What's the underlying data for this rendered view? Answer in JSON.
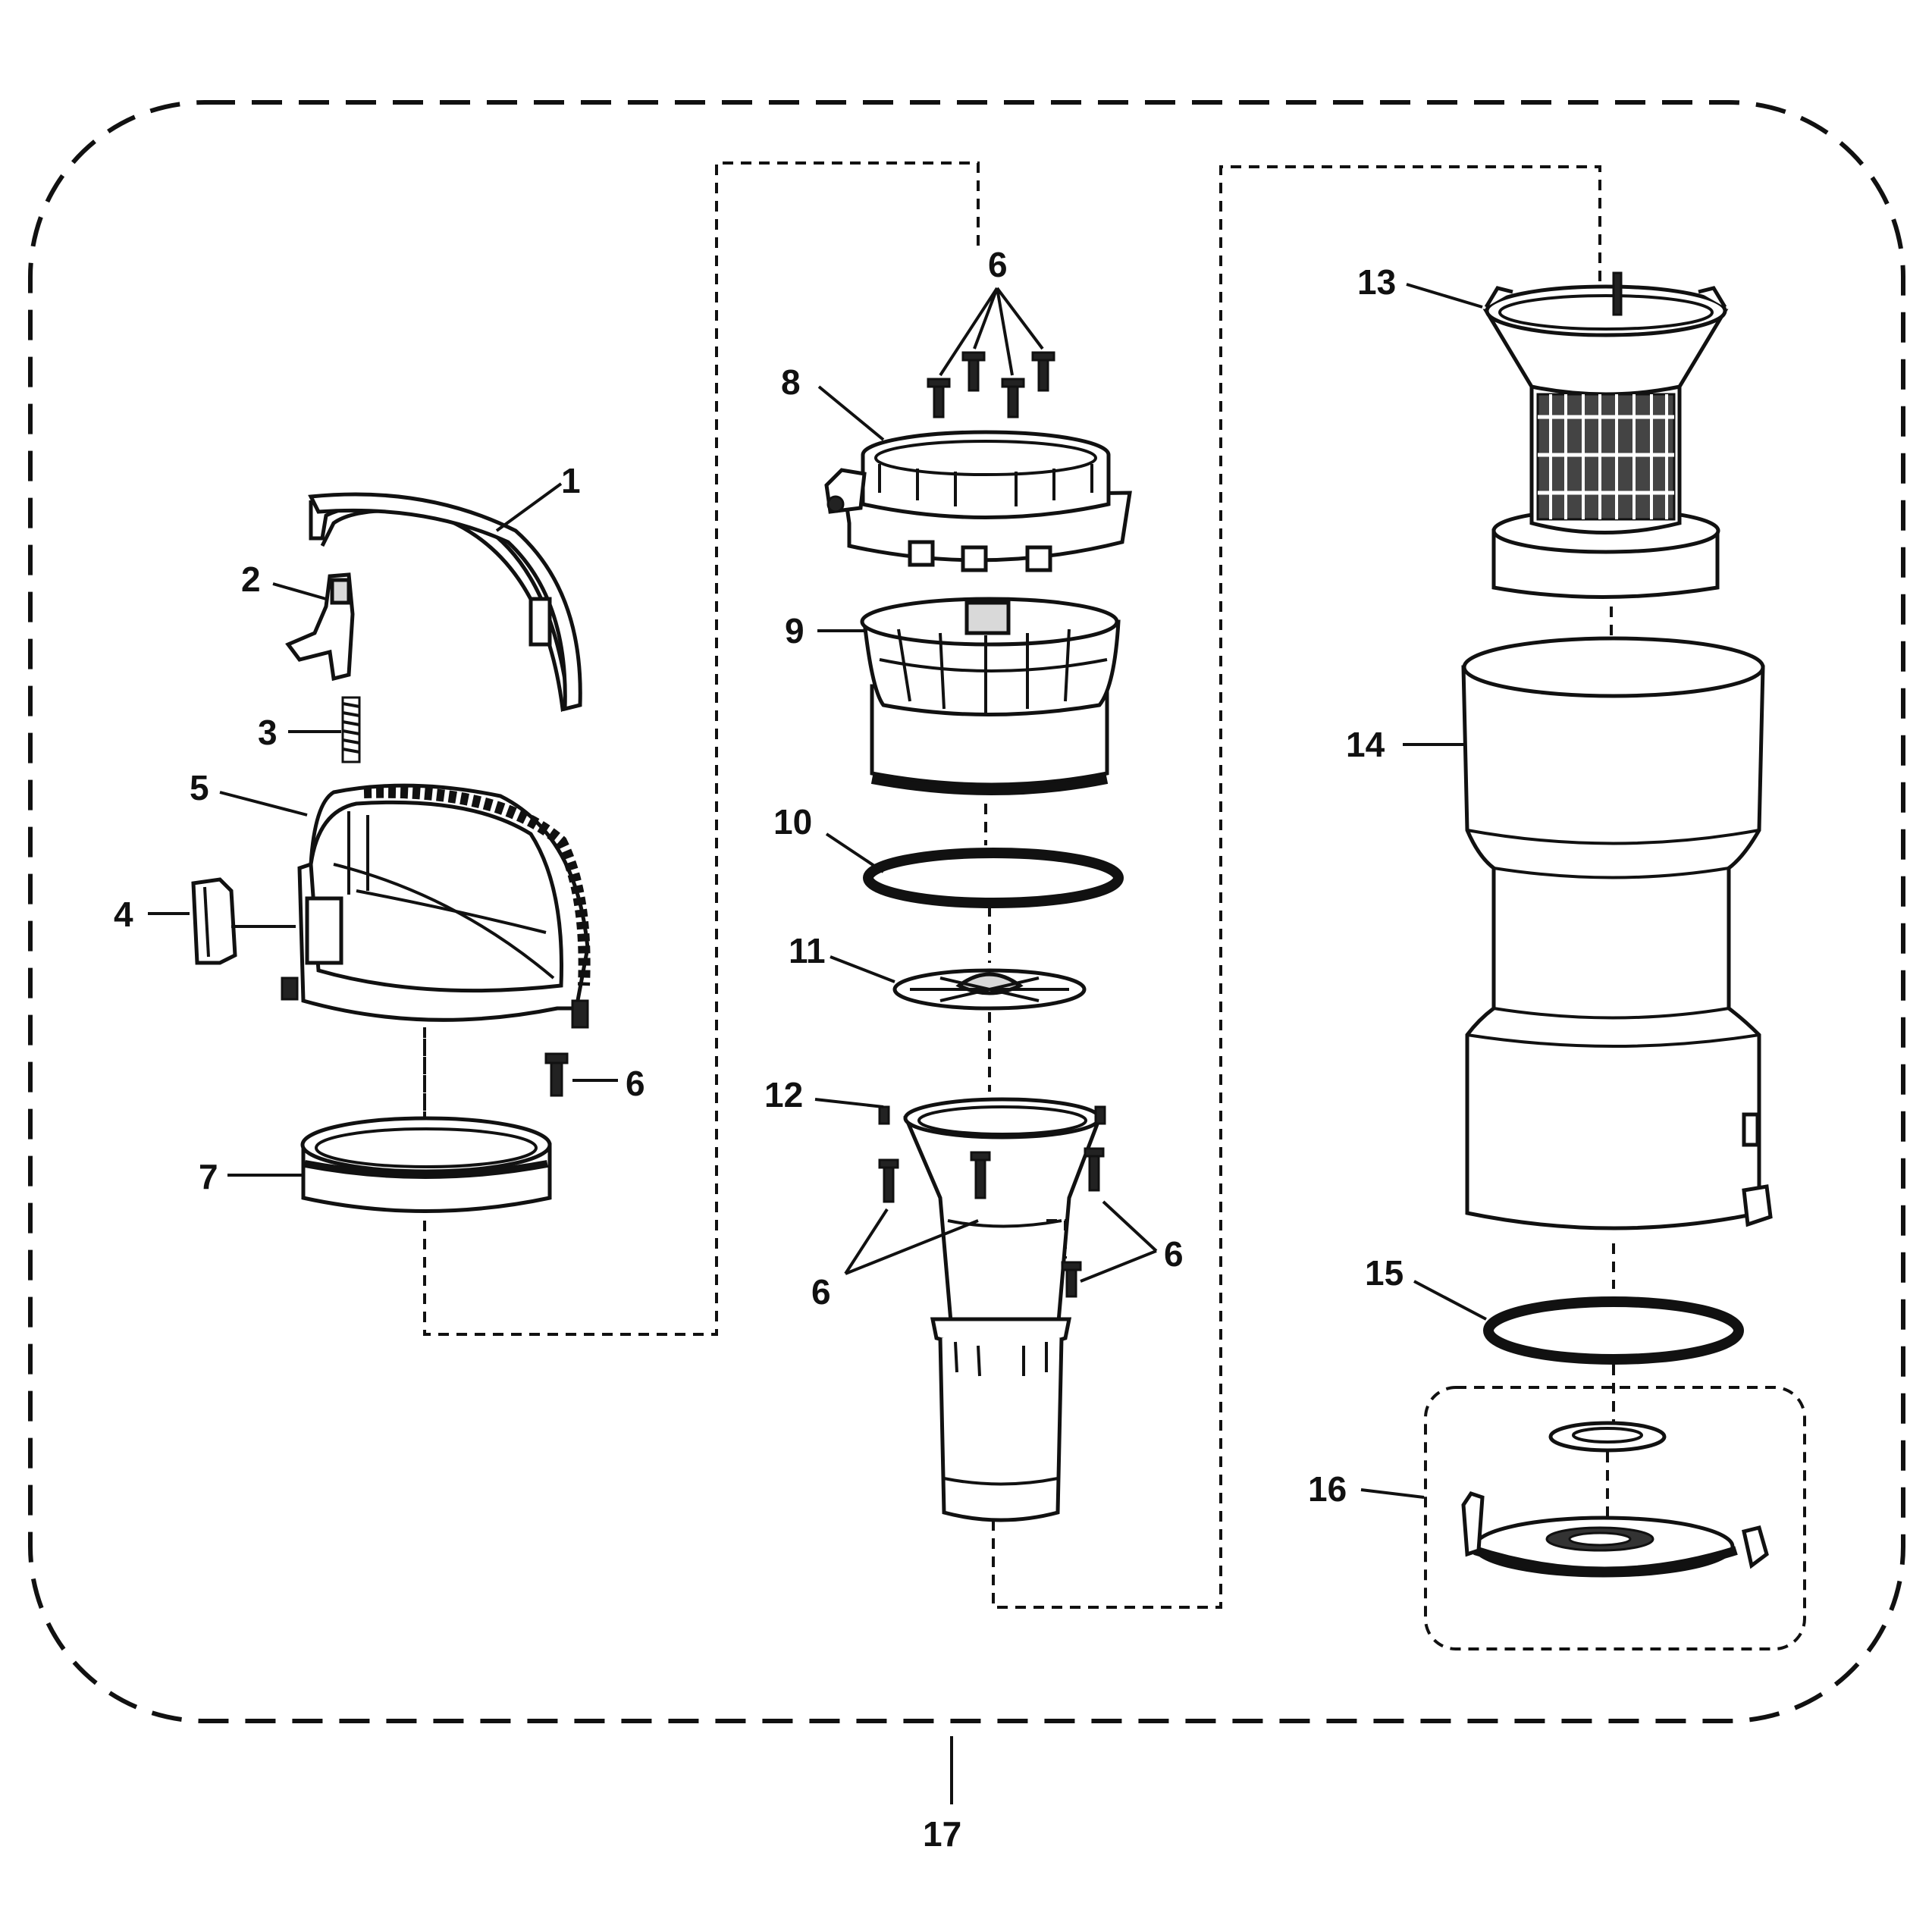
{
  "callouts": {
    "c1": "1",
    "c2": "2",
    "c3": "3",
    "c4": "4",
    "c5": "5",
    "c6a": "6",
    "c6b": "6",
    "c6c": "6",
    "c6d": "6",
    "c7": "7",
    "c8": "8",
    "c9": "9",
    "c10": "10",
    "c11": "11",
    "c12": "12",
    "c13": "13",
    "c14": "14",
    "c15": "15",
    "c16": "16",
    "c17": "17"
  }
}
